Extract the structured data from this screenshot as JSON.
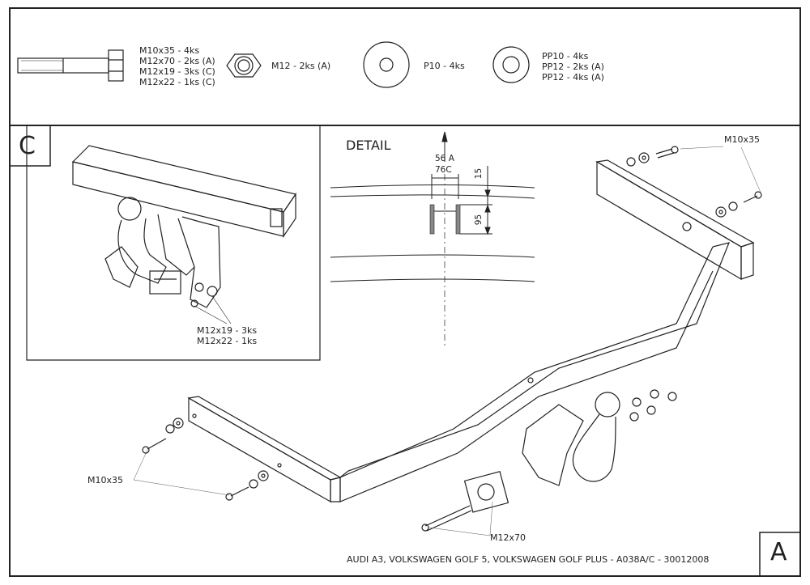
{
  "parts": {
    "bolt_lines": [
      "M10x35 - 4ks",
      "M12x70 - 2ks (A)",
      "M12x19 - 3ks (C)",
      "M12x22 - 1ks (C)"
    ],
    "nut_line": "M12 - 2ks (A)",
    "washer_line": "P10 - 4ks",
    "spring_washer_lines": [
      "PP10 - 4ks",
      "PP12 - 2ks (A)",
      "PP12 - 4ks (A)"
    ]
  },
  "inset": {
    "label": "C",
    "callout_lines": [
      "M12x19 - 3ks",
      "M12x22 - 1ks"
    ]
  },
  "detail": {
    "title": "DETAIL",
    "dim_top": "56 A",
    "dim_width": "76C",
    "dim_15": "15",
    "dim_95": "95"
  },
  "main": {
    "label": "A",
    "callout_top_right": "M10x35",
    "callout_left": "M10x35",
    "callout_bottom": "M12x70",
    "footer": "AUDI A3, VOLKSWAGEN GOLF 5, VOLKSWAGEN GOLF PLUS - A038A/C - 30012008"
  }
}
